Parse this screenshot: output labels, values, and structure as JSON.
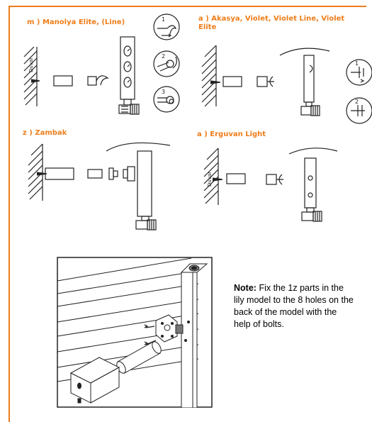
{
  "sections": {
    "manolya": {
      "title": "m ) Manolya Elite, (Line)",
      "wall_label": "Duvar",
      "steps": [
        "1",
        "2",
        "3"
      ]
    },
    "akasya": {
      "title": "a ) Akasya, Violet, Violet Line, Violet Elite",
      "steps": [
        "1",
        "2"
      ]
    },
    "zambak": {
      "title": "z ) Zambak"
    },
    "erguvan": {
      "title": "a ) Erguvan Light",
      "wall_label": "Duvar"
    }
  },
  "note": {
    "label": "Note:",
    "text": "Fix the 1z parts in the lily model to the 8 holes on the back of the model with the help of bolts."
  },
  "colors": {
    "accent": "#ee7d1a",
    "line": "#222222"
  }
}
